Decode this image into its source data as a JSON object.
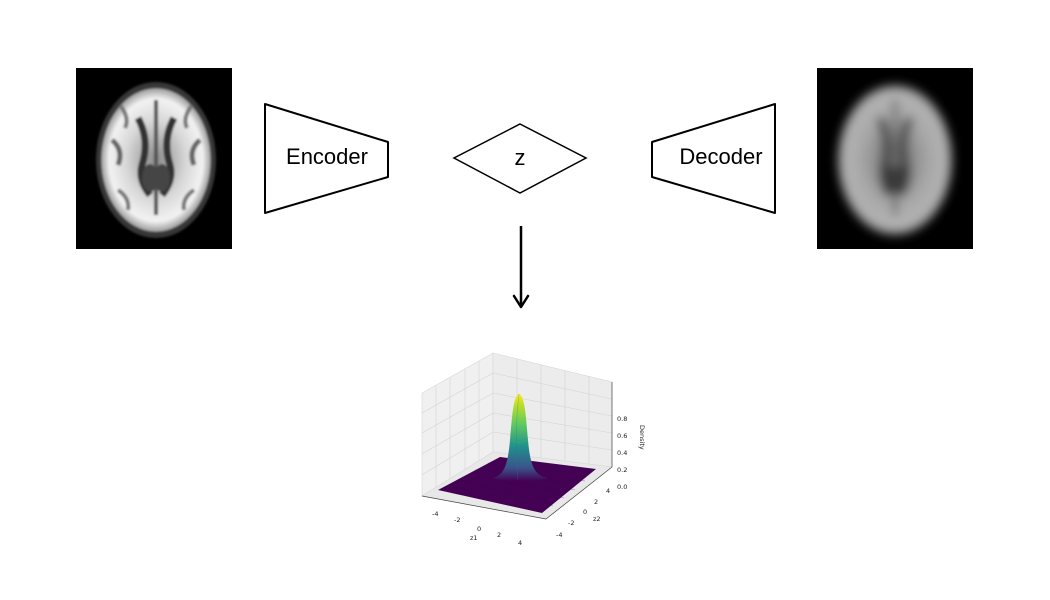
{
  "diagram": {
    "encoder_label": "Encoder",
    "latent_label": "z",
    "decoder_label": "Decoder"
  },
  "plot": {
    "type": "surface",
    "x_label": "z1",
    "y_label": "z2",
    "z_label": "Density",
    "x_ticks": [
      "-4",
      "-2",
      "0",
      "2",
      "4"
    ],
    "y_ticks": [
      "4",
      "2",
      "0",
      "-2",
      "-4"
    ],
    "z_ticks": [
      "0.8",
      "0.6",
      "0.4",
      "0.2",
      "0.0"
    ],
    "colormap": "viridis",
    "peak_density": 0.95
  },
  "colors": {
    "image_background": "#000000",
    "stroke": "#000000",
    "surface_base": "#440154",
    "surface_peak": "#fde725"
  }
}
